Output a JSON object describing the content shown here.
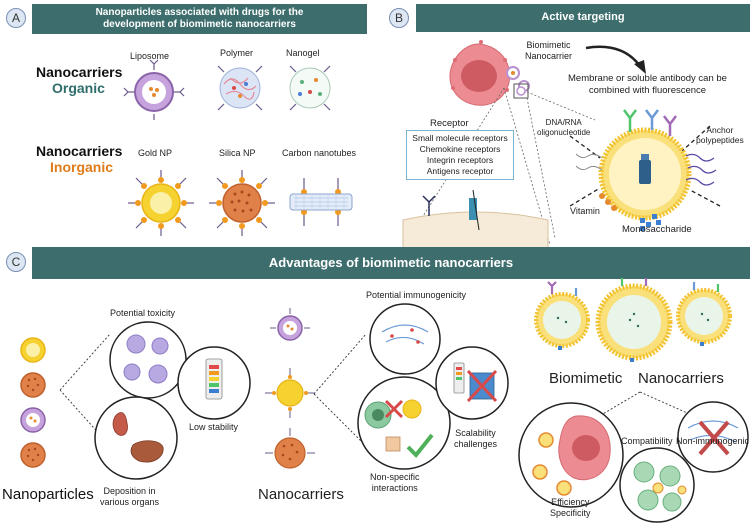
{
  "panelA": {
    "badge": "A",
    "banner": "Nanoparticles associated with drugs for the development of biomimetic nanocarriers",
    "organic_label_1": "Nanocarriers",
    "organic_label_2": "Organic",
    "inorganic_label_1": "Nanocarriers",
    "inorganic_label_2": "Inorganic",
    "organic_items": [
      "Liposome",
      "Polymer",
      "Nanogel"
    ],
    "inorganic_items": [
      "Gold NP",
      "Silica NP",
      "Carbon nanotubes"
    ]
  },
  "panelB": {
    "badge": "B",
    "banner": "Active targeting",
    "biomimetic_label": "Biomimetic\nNanocarrier",
    "membrane_text": "Membrane or soluble antibody can be\ncombined with fluorescence",
    "receptor_title": "Receptor",
    "receptor_list": [
      "Small molecule receptors",
      "Chemokine receptors",
      "Integrin receptors",
      "Antigens receptor"
    ],
    "dna_label": "DNA/RNA\noligonucleotide",
    "anchor_label": "Anchor\npolypeptides",
    "vitamin_label": "Vitamin",
    "mono_label": "Monosaccharide"
  },
  "panelC": {
    "badge": "C",
    "banner": "Advantages of biomimetic nanocarriers",
    "potential_toxicity": "Potential toxicity",
    "low_stability": "Low stability",
    "deposition": "Deposition in\nvarious organs",
    "nanoparticles": "Nanoparticles",
    "nanocarriers": "Nanocarriers",
    "potential_immunogenicity": "Potential immunogenicity",
    "scalability": "Scalability\nchallenges",
    "non_specific": "Non-specific\ninteractions",
    "biomimetic_1": "Biomimetic",
    "biomimetic_2": "Nanocarriers",
    "compatibility": "Compatibility",
    "non_immunogenic": "Non-immunogenic",
    "efficiency": "Efficiency\nSpecificity"
  },
  "colors": {
    "banner": "#3d6e6d",
    "organic": "#2f6e6b",
    "inorganic": "#e07b1a",
    "gold": "#f6d230",
    "silica": "#e0814a",
    "liposome": "#b98fd0",
    "cell": "#e9868c"
  }
}
